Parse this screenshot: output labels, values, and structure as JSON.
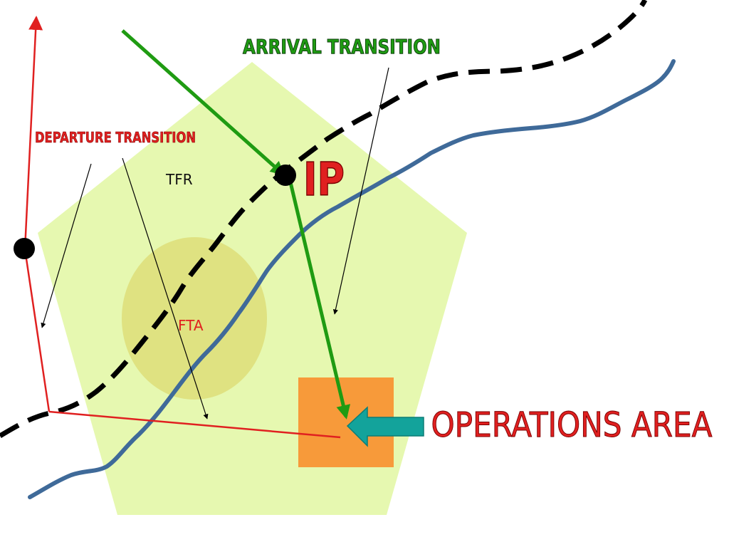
{
  "labels": {
    "arrival_transition": "ARRIVAL TRANSITION",
    "departure_transition": "DEPARTURE TRANSITION",
    "tfr": "TFR",
    "fta": "FTA",
    "ip": "IP",
    "operations_area": "OPERATIONS AREA"
  },
  "colors": {
    "tfr_fill": "#e6f8b0",
    "fta_fill": "#dedf7c",
    "operations_area_fill": "#f79a3a",
    "river": "#3f6a99",
    "route_dashed": "#000000",
    "arrival_arrow": "#1f9b12",
    "departure_route": "#e02020",
    "operations_pointer": "#13a39b",
    "arrival_text": "#1f9b12",
    "arrival_outline": "#0d3b0d",
    "departure_text": "#e02020",
    "ip_text": "#e02020",
    "operations_text": "#e02020",
    "fta_text": "#e02020",
    "tfr_text": "#111111"
  }
}
